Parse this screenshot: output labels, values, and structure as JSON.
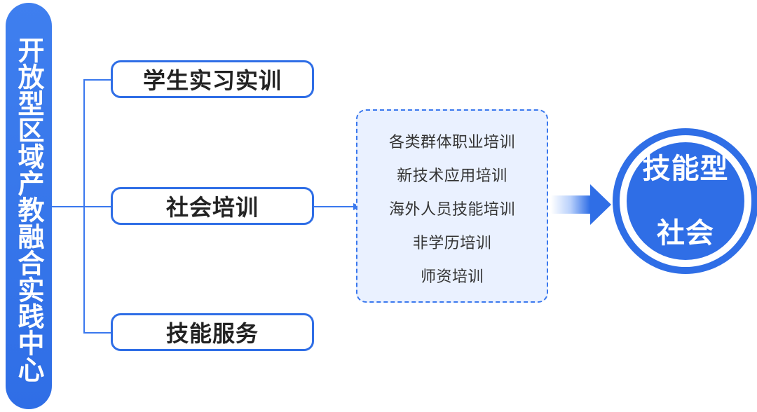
{
  "left_pill": {
    "label": "开放型区域产教融合实践中心"
  },
  "nodes": [
    {
      "label": "学生实习实训"
    },
    {
      "label": "社会培训"
    },
    {
      "label": "技能服务"
    }
  ],
  "panel": {
    "items": [
      "各类群体职业培训",
      "新技术应用培训",
      "海外人员技能培训",
      "非学历培训",
      "师资培训"
    ]
  },
  "result": {
    "label_line1": "技能型",
    "label_line2": "社会"
  },
  "colors": {
    "primary": "#2f6ee6",
    "panel_bg": "#eaf1ff",
    "text_dark": "#222222",
    "text_body": "#333333"
  }
}
